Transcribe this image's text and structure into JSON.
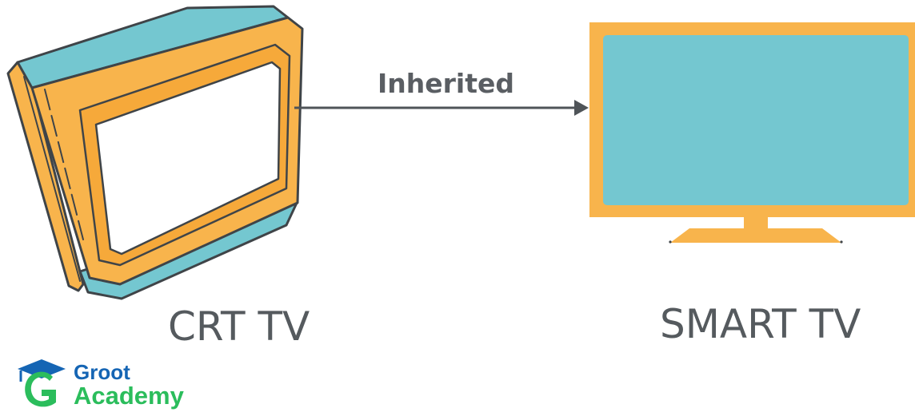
{
  "diagram": {
    "source_label": "CRT TV",
    "target_label": "SMART TV",
    "arrow_label": "Inherited"
  },
  "logo": {
    "name_line1": "Groot",
    "name_line2": "Academy"
  },
  "colors": {
    "tv_body": "#f8b44c",
    "tv_accent": "#74c7d0",
    "screen_white": "#ffffff",
    "outline": "#3f4448",
    "arrow": "#4f5458",
    "label_text": "#555a5e",
    "logo_blue": "#1565b4",
    "logo_green": "#2bbd5c"
  }
}
